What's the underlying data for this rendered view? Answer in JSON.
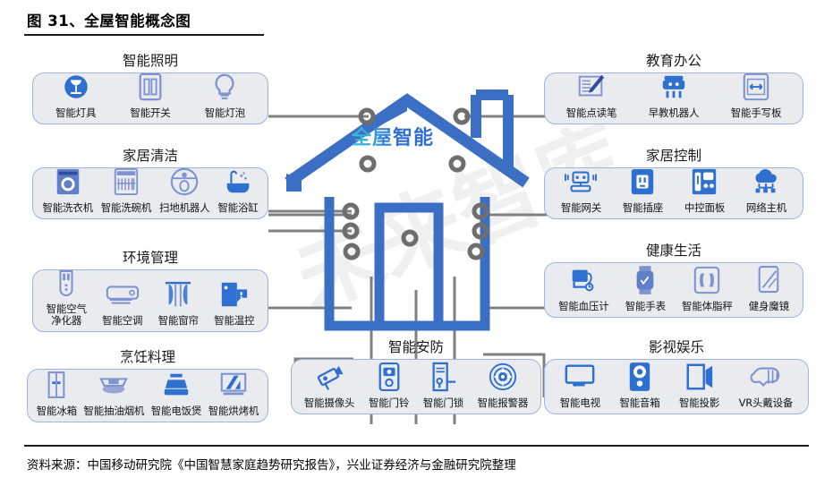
{
  "figure": {
    "title": "图 31、全屋智能概念图",
    "source": "资料来源：中国移动研究院《中国智慧家庭趋势研究报告》，兴业证券经济与金融研究院整理"
  },
  "center": {
    "label": "全屋智能",
    "house_color": "#3a6fc4",
    "wire_color": "#808080"
  },
  "colors": {
    "panel_fill": "#e9ebef",
    "panel_border": "#9fb4dd",
    "icon_blue": "#2f6fd0",
    "icon_periwinkle": "#7e93cf",
    "text": "#151515"
  },
  "groups": [
    {
      "id": "smart-lighting",
      "title": "智能照明",
      "side": "left",
      "items": [
        {
          "label": "智能灯具",
          "icon": "lamp-icon"
        },
        {
          "label": "智能开关",
          "icon": "switch-icon"
        },
        {
          "label": "智能灯泡",
          "icon": "bulb-icon"
        }
      ]
    },
    {
      "id": "home-cleaning",
      "title": "家居清洁",
      "side": "left",
      "items": [
        {
          "label": "智能洗衣机",
          "icon": "washing-machine-icon"
        },
        {
          "label": "智能洗碗机",
          "icon": "dishwasher-icon"
        },
        {
          "label": "扫地机器人",
          "icon": "robot-vacuum-icon"
        },
        {
          "label": "智能浴缸",
          "icon": "bathtub-icon"
        }
      ]
    },
    {
      "id": "environment-management",
      "title": "环境管理",
      "side": "left",
      "items": [
        {
          "label": "智能空气\n净化器",
          "icon": "air-purifier-icon"
        },
        {
          "label": "智能空调",
          "icon": "air-conditioner-icon"
        },
        {
          "label": "智能窗帘",
          "icon": "curtain-icon"
        },
        {
          "label": "智能温控",
          "icon": "thermostat-icon"
        }
      ]
    },
    {
      "id": "cooking",
      "title": "烹饪料理",
      "side": "left",
      "items": [
        {
          "label": "智能冰箱",
          "icon": "refrigerator-icon"
        },
        {
          "label": "智能抽油烟机",
          "icon": "range-hood-icon"
        },
        {
          "label": "智能电饭煲",
          "icon": "rice-cooker-icon"
        },
        {
          "label": "智能烘烤机",
          "icon": "oven-icon"
        }
      ]
    },
    {
      "id": "education-office",
      "title": "教育办公",
      "side": "right",
      "items": [
        {
          "label": "智能点读笔",
          "icon": "reading-pen-icon"
        },
        {
          "label": "早教机器人",
          "icon": "education-robot-icon"
        },
        {
          "label": "智能手写板",
          "icon": "writing-tablet-icon"
        }
      ]
    },
    {
      "id": "home-control",
      "title": "家居控制",
      "side": "right",
      "items": [
        {
          "label": "智能网关",
          "icon": "gateway-icon"
        },
        {
          "label": "智能插座",
          "icon": "socket-icon"
        },
        {
          "label": "中控面板",
          "icon": "control-panel-icon"
        },
        {
          "label": "网络主机",
          "icon": "network-host-icon"
        }
      ]
    },
    {
      "id": "healthy-living",
      "title": "健康生活",
      "side": "right",
      "items": [
        {
          "label": "智能血压计",
          "icon": "blood-pressure-monitor-icon"
        },
        {
          "label": "智能手表",
          "icon": "smart-watch-icon"
        },
        {
          "label": "智能体脂秤",
          "icon": "body-fat-scale-icon"
        },
        {
          "label": "健身魔镜",
          "icon": "fitness-mirror-icon"
        }
      ]
    },
    {
      "id": "entertainment",
      "title": "影视娱乐",
      "side": "right",
      "items": [
        {
          "label": "智能电视",
          "icon": "tv-icon"
        },
        {
          "label": "智能音箱",
          "icon": "speaker-icon"
        },
        {
          "label": "智能投影",
          "icon": "projector-icon"
        },
        {
          "label": "VR头戴设备",
          "icon": "vr-headset-icon"
        }
      ]
    },
    {
      "id": "security",
      "title": "智能安防",
      "side": "bottom",
      "items": [
        {
          "label": "智能摄像头",
          "icon": "camera-icon"
        },
        {
          "label": "智能门铃",
          "icon": "doorbell-icon"
        },
        {
          "label": "智能门锁",
          "icon": "door-lock-icon"
        },
        {
          "label": "智能报警器",
          "icon": "alarm-icon"
        }
      ]
    }
  ]
}
